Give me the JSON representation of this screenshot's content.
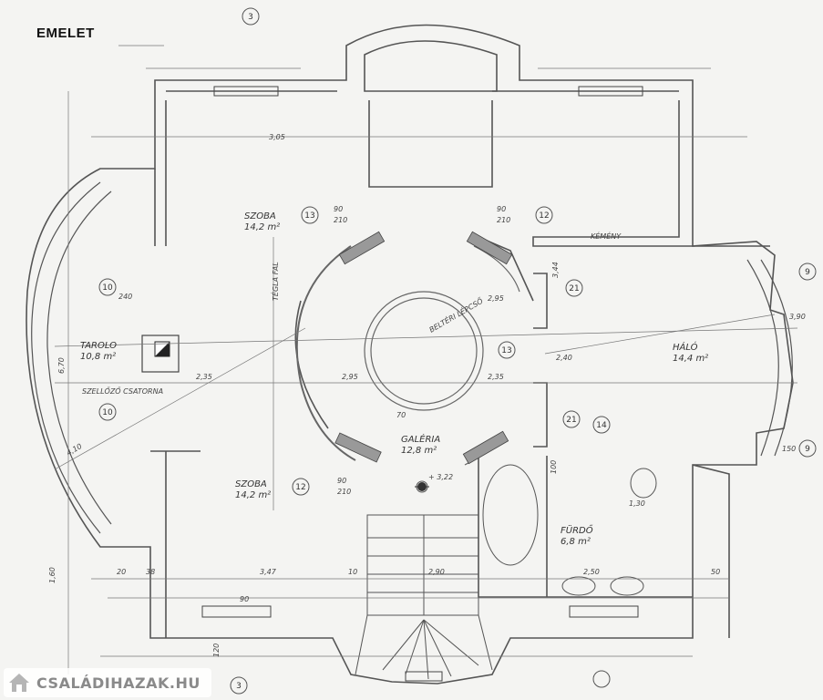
{
  "floor_title": "EMELET",
  "rooms": {
    "szoba_top": {
      "name": "SZOBA",
      "area": "14,2 m²"
    },
    "tarolo": {
      "name": "TAROLO",
      "area": "10,8 m²"
    },
    "galeria": {
      "name": "GALÉRIA",
      "area": "12,8 m²"
    },
    "szoba_bottom": {
      "name": "SZOBA",
      "area": "14,2 m²"
    },
    "halo": {
      "name": "HÁLÓ",
      "area": "14,4 m²"
    },
    "furdo": {
      "name": "FÜRDŐ",
      "area": "6,8 m²"
    },
    "gallery_note": "BELTÉRI LÉPCSŐ",
    "szell": "SZELLŐZŐ CSATORNA",
    "fal": "TÉGLA FAL",
    "level": "+ 3,22",
    "kemeny": "KÉMÉNY"
  },
  "markers": [
    "13",
    "10",
    "10",
    "12",
    "12",
    "13",
    "21",
    "21",
    "14",
    "9",
    "9",
    "3",
    "3"
  ],
  "dimensions": {
    "d1": "90",
    "d2": "210",
    "d3": "90",
    "d4": "210",
    "d5": "90",
    "d6": "210",
    "d7": "2,95",
    "d8": "2,95",
    "d9": "2,35",
    "d10": "2,35",
    "d11": "3,47",
    "d12": "2,90",
    "d13": "2,50",
    "d14": "3,05",
    "d15": "1,60",
    "d16": "6,70",
    "d17": "4,10",
    "d18": "3,90",
    "d19": "120",
    "d20": "90",
    "d21": "70",
    "d22": "150",
    "d23": "240",
    "d24": "100",
    "d25": "1,30",
    "d26": "3,44",
    "d27": "2,40",
    "d28": "38",
    "d29": "20",
    "d30": "10",
    "d31": "50"
  },
  "watermark": {
    "text": "CSALÁDIHAZAK.HU"
  }
}
